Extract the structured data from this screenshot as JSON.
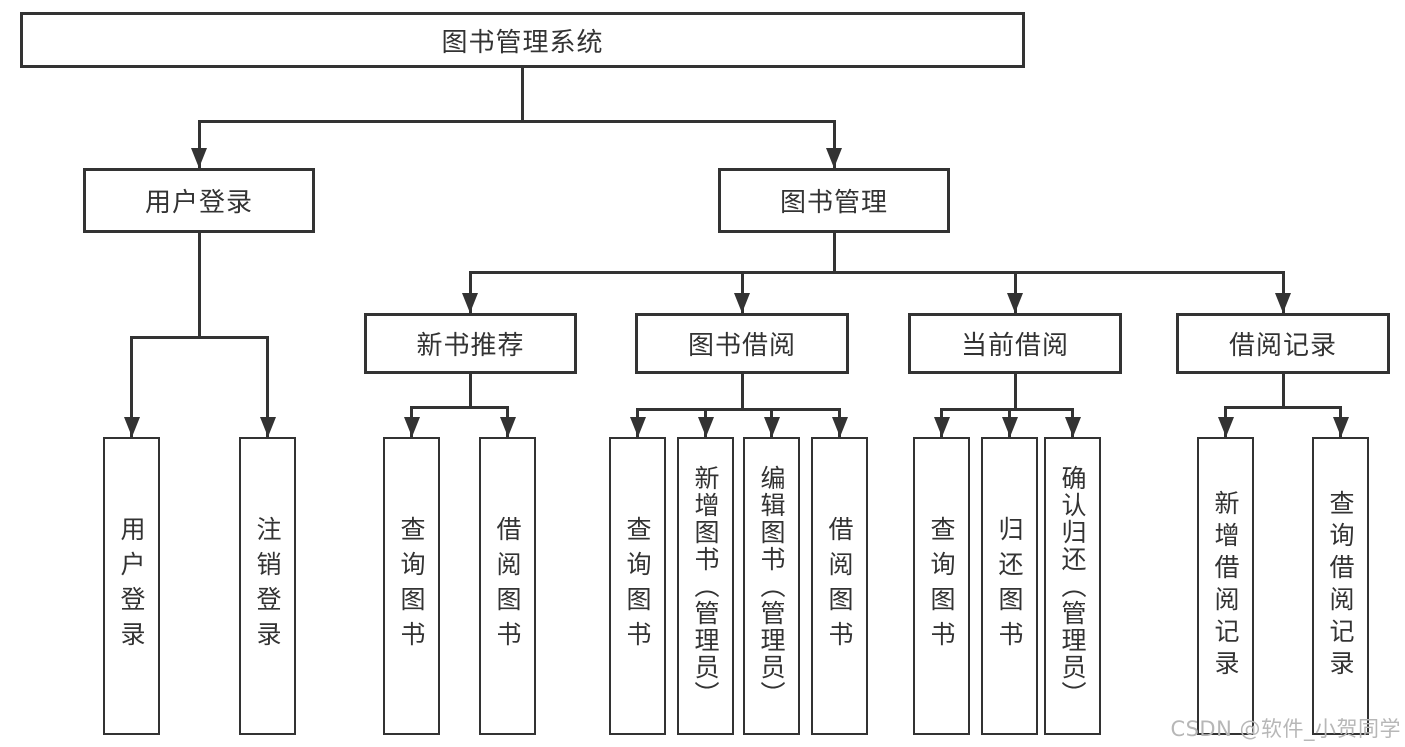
{
  "diagram": {
    "root": {
      "label": "图书管理系统"
    },
    "level2": [
      {
        "label": "用户登录"
      },
      {
        "label": "图书管理"
      }
    ],
    "level3": [
      {
        "label": "新书推荐"
      },
      {
        "label": "图书借阅"
      },
      {
        "label": "当前借阅"
      },
      {
        "label": "借阅记录"
      }
    ],
    "level4": [
      {
        "label": "用户登录"
      },
      {
        "label": "注销登录"
      },
      {
        "label": "查询图书"
      },
      {
        "label": "借阅图书"
      },
      {
        "label": "查询图书"
      },
      {
        "label": "新增图书（管理员）"
      },
      {
        "label": "编辑图书（管理员）"
      },
      {
        "label": "借阅图书"
      },
      {
        "label": "查询图书"
      },
      {
        "label": "归还图书"
      },
      {
        "label": "确认归还（管理员）"
      },
      {
        "label": "新增借阅记录"
      },
      {
        "label": "查询借阅记录"
      }
    ],
    "structure": {
      "图书管理系统": [
        "用户登录",
        "图书管理"
      ],
      "用户登录": [
        "用户登录",
        "注销登录"
      ],
      "图书管理": [
        "新书推荐",
        "图书借阅",
        "当前借阅",
        "借阅记录"
      ],
      "新书推荐": [
        "查询图书",
        "借阅图书"
      ],
      "图书借阅": [
        "查询图书",
        "新增图书（管理员）",
        "编辑图书（管理员）",
        "借阅图书"
      ],
      "当前借阅": [
        "查询图书",
        "归还图书",
        "确认归还（管理员）"
      ],
      "借阅记录": [
        "新增借阅记录",
        "查询借阅记录"
      ]
    },
    "colors": {
      "line": "#333333",
      "box_border": "#333333",
      "text": "#333333",
      "background": "#ffffff",
      "watermark": "#b7b7b7"
    }
  },
  "watermark": {
    "text": "CSDN @软件_小贺同学"
  }
}
